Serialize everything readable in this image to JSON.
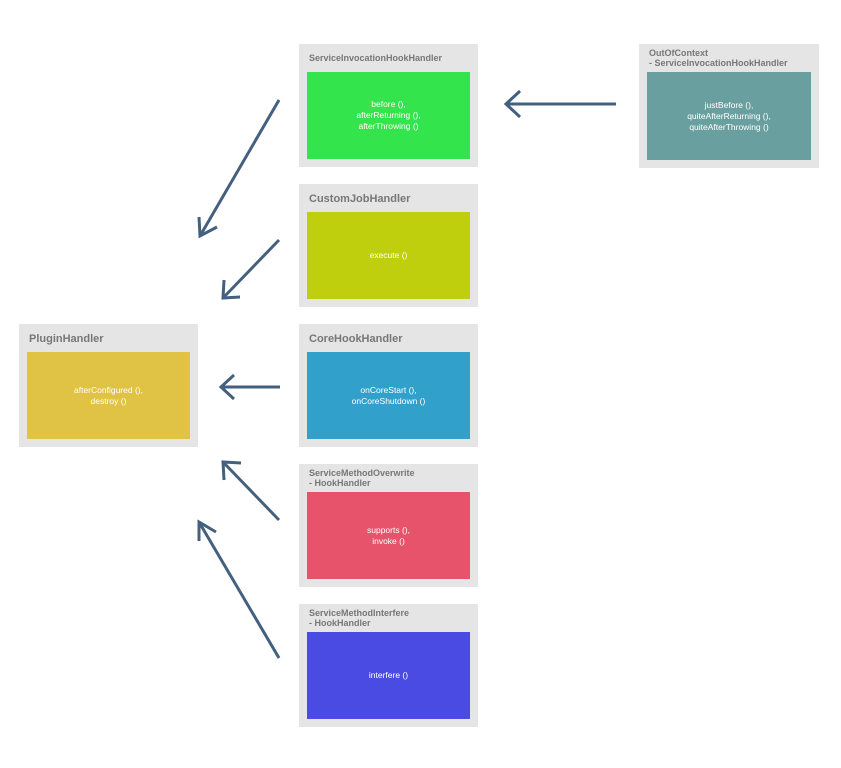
{
  "nodes": {
    "plugin": {
      "title": "PluginHandler",
      "body": "afterConfigured (),\ndestroy ()",
      "color": "#e0c245"
    },
    "service_invocation": {
      "title": "ServiceInvocationHookHandler",
      "body": "before (),\nafterReturning (),\nafterThrowing ()",
      "color": "#34e44d"
    },
    "out_of_context": {
      "title": "OutOfContext\n- ServiceInvocationHookHandler",
      "body": "justBefore (),\nquiteAfterReturning (),\nquiteAfterThrowing ()",
      "color": "#6a9fa0"
    },
    "custom_job": {
      "title": "CustomJobHandler",
      "body": "execute ()",
      "color": "#bfcf0e"
    },
    "core_hook": {
      "title": "CoreHookHandler",
      "body": "onCoreStart (),\nonCoreShutdown ()",
      "color": "#31a1cc"
    },
    "method_overwrite": {
      "title": "ServiceMethodOverwrite\n- HookHandler",
      "body": "supports (),\ninvoke ()",
      "color": "#e6536b"
    },
    "method_interfere": {
      "title": "ServiceMethodInterfere\n- HookHandler",
      "body": "interfere ()",
      "color": "#4a4be3"
    }
  },
  "arrow_color": "#44607f"
}
